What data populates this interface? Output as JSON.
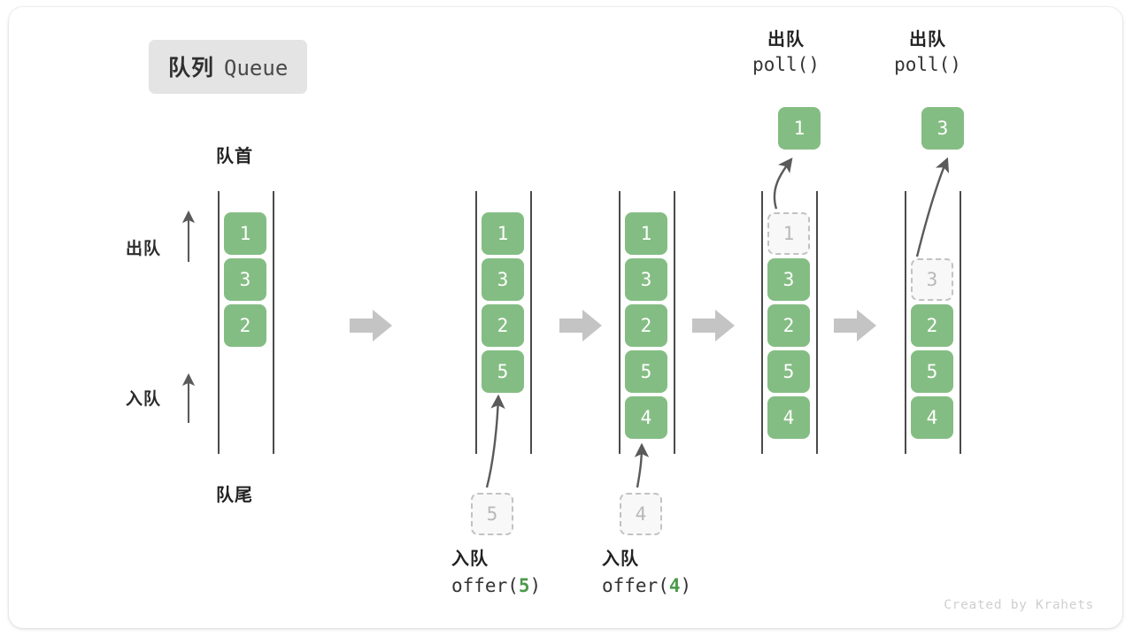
{
  "title": {
    "cn": "队列",
    "en": "Queue"
  },
  "labels": {
    "head": "队首",
    "tail": "队尾",
    "dequeue": "出队",
    "enqueue": "入队"
  },
  "watermark": "Created by Krahets",
  "colors": {
    "cell_fill": "#84bd83",
    "cell_text": "#ffffff",
    "ghost_fill": "#f8f8f8",
    "ghost_border": "#c2c2c2",
    "ghost_text": "#b8b8b8",
    "rail": "#4a4a4a",
    "block_arrow": "#c4c4c4",
    "curve_arrow": "#5a5a5a",
    "badge_bg": "#e4e4e4",
    "accent_green_text": "#4c9a4c"
  },
  "columns": [
    {
      "id": "state-initial",
      "cells": [
        {
          "value": "1",
          "state": "filled"
        },
        {
          "value": "3",
          "state": "filled"
        },
        {
          "value": "2",
          "state": "filled"
        }
      ]
    },
    {
      "id": "state-after-offer-5",
      "cells": [
        {
          "value": "1",
          "state": "filled"
        },
        {
          "value": "3",
          "state": "filled"
        },
        {
          "value": "2",
          "state": "filled"
        },
        {
          "value": "5",
          "state": "filled"
        }
      ],
      "incoming": {
        "value": "5",
        "state": "ghost"
      },
      "op": {
        "cn": "入队",
        "code_prefix": "offer(",
        "code_arg": "5",
        "code_suffix": ")"
      }
    },
    {
      "id": "state-after-offer-4",
      "cells": [
        {
          "value": "1",
          "state": "filled"
        },
        {
          "value": "3",
          "state": "filled"
        },
        {
          "value": "2",
          "state": "filled"
        },
        {
          "value": "5",
          "state": "filled"
        },
        {
          "value": "4",
          "state": "filled"
        }
      ],
      "incoming": {
        "value": "4",
        "state": "ghost"
      },
      "op": {
        "cn": "入队",
        "code_prefix": "offer(",
        "code_arg": "4",
        "code_suffix": ")"
      }
    },
    {
      "id": "state-after-poll-1",
      "cells": [
        {
          "value": "1",
          "state": "ghost"
        },
        {
          "value": "3",
          "state": "filled"
        },
        {
          "value": "2",
          "state": "filled"
        },
        {
          "value": "5",
          "state": "filled"
        },
        {
          "value": "4",
          "state": "filled"
        }
      ],
      "outgoing": {
        "value": "1",
        "state": "filled"
      },
      "op": {
        "cn": "出队",
        "code": "poll()"
      }
    },
    {
      "id": "state-after-poll-3",
      "cells": [
        {
          "value": "3",
          "state": "ghost"
        },
        {
          "value": "2",
          "state": "filled"
        },
        {
          "value": "5",
          "state": "filled"
        },
        {
          "value": "4",
          "state": "filled"
        }
      ],
      "outgoing": {
        "value": "3",
        "state": "filled"
      },
      "op": {
        "cn": "出队",
        "code": "poll()"
      }
    }
  ],
  "step_arrows": [
    {
      "id": "step-arrow-1"
    },
    {
      "id": "step-arrow-2"
    },
    {
      "id": "step-arrow-3"
    },
    {
      "id": "step-arrow-4"
    }
  ]
}
